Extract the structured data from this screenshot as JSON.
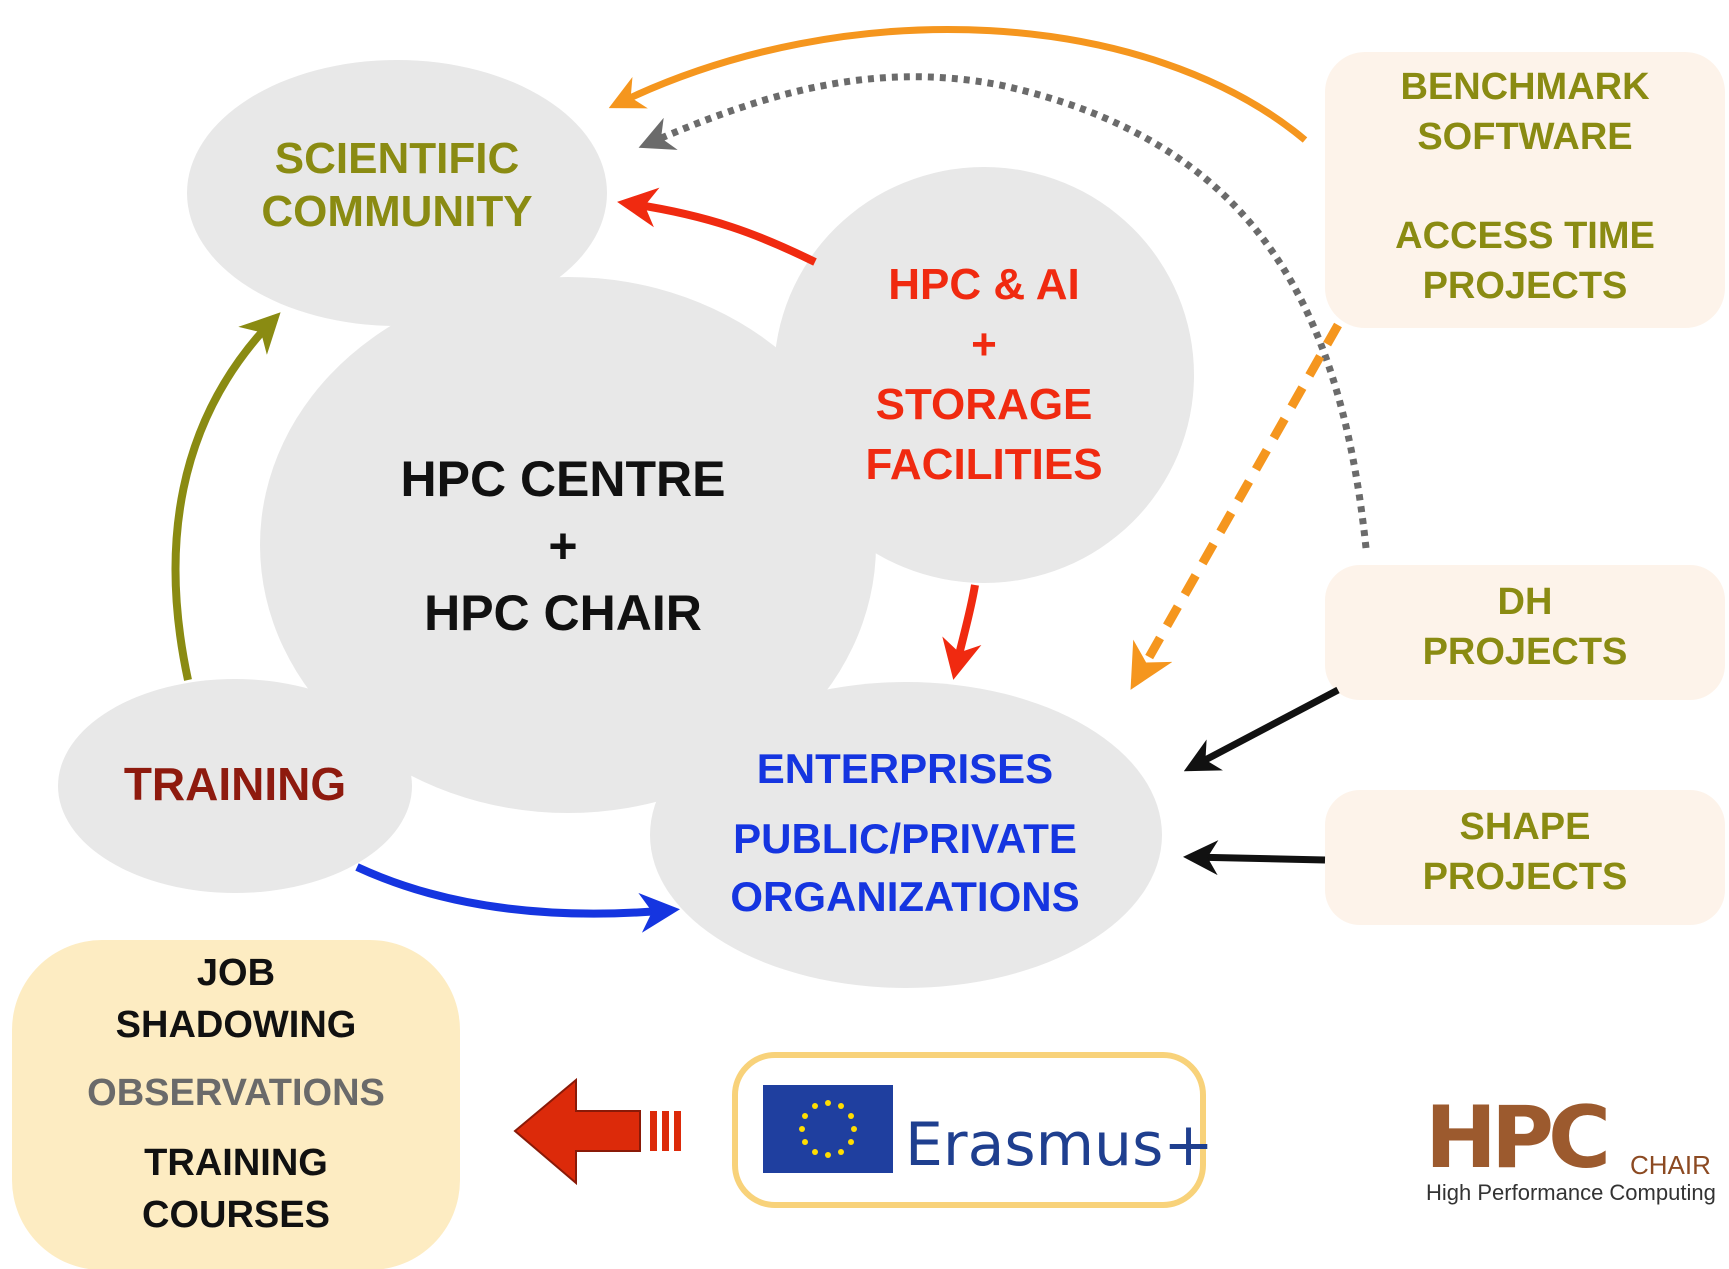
{
  "nodes": {
    "scientific_community": [
      "SCIENTIFIC",
      "COMMUNITY"
    ],
    "hpc_centre": [
      "HPC CENTRE",
      "+",
      "HPC CHAIR"
    ],
    "hpc_ai_storage": [
      "HPC & AI",
      "+",
      "STORAGE",
      "FACILITIES"
    ],
    "enterprises": [
      "ENTERPRISES",
      "PUBLIC/PRIVATE",
      "ORGANIZATIONS"
    ],
    "training": [
      "TRAINING"
    ]
  },
  "side_boxes": {
    "benchmark": [
      "BENCHMARK",
      "SOFTWARE"
    ],
    "access_time": [
      "ACCESS TIME",
      "PROJECTS"
    ],
    "dh": [
      "DH",
      "PROJECTS"
    ],
    "shape": [
      "SHAPE",
      "PROJECTS"
    ]
  },
  "erasmus_box": {
    "job": [
      "JOB",
      "SHADOWING"
    ],
    "observations": "OBSERVATIONS",
    "courses": [
      "TRAINING",
      "COURSES"
    ]
  },
  "erasmus_logo": {
    "text": "Erasmus+"
  },
  "hpc_logo": {
    "mark": "HPC",
    "chair": "CHAIR",
    "subtitle": "High Performance Computing"
  },
  "colors": {
    "bubble": "#e8e8e8",
    "olive": "#8a8b12",
    "red": "#f02a10",
    "blue": "#1535e0",
    "orange": "#f5961e",
    "box_peach": "#fdf3ea",
    "box_cream": "#fdecc2",
    "eu_blue": "#1f3f9f",
    "eu_star": "#ffdd00"
  }
}
